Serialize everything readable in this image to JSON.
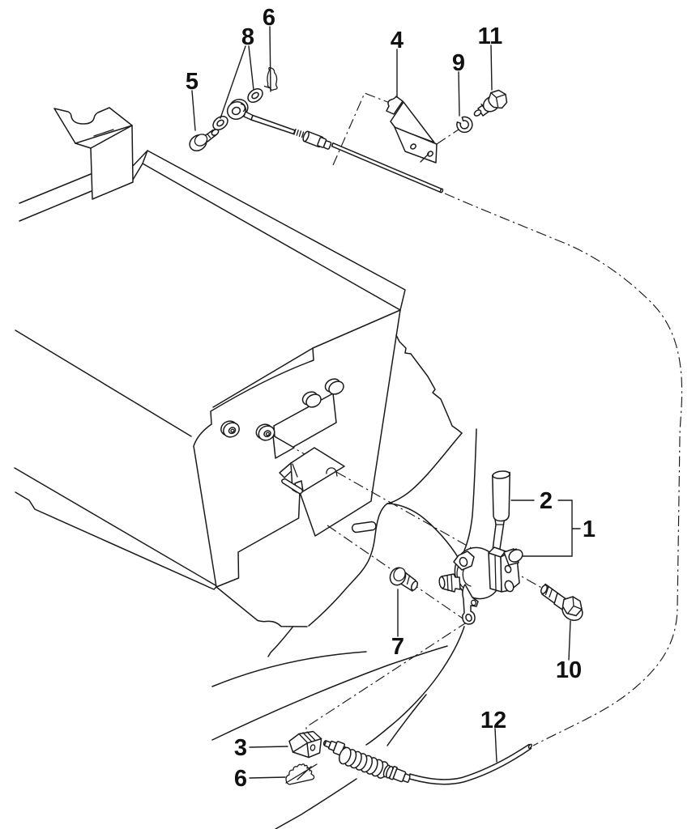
{
  "diagram": {
    "kind": "exploded-parts-diagram",
    "background_color": "#ffffff",
    "line_color": "#1a1a1a",
    "callouts": {
      "c1": {
        "label": "1"
      },
      "c2": {
        "label": "2"
      },
      "c3": {
        "label": "3"
      },
      "c4": {
        "label": "4"
      },
      "c5": {
        "label": "5"
      },
      "c6a": {
        "label": "6"
      },
      "c6b": {
        "label": "6"
      },
      "c7": {
        "label": "7"
      },
      "c8": {
        "label": "8"
      },
      "c9": {
        "label": "9"
      },
      "c10": {
        "label": "10"
      },
      "c11": {
        "label": "11"
      },
      "c12": {
        "label": "12"
      }
    }
  }
}
